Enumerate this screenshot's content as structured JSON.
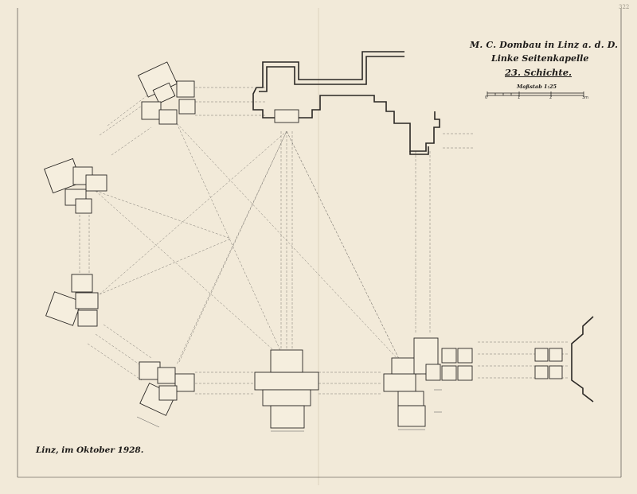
{
  "title_block": {
    "line1": "M. C. Dombau in Linz a. d. D.",
    "line2": "Linke Seitenkapelle",
    "line3": "23. Schichte.",
    "scale_label": "Maßstab 1:25",
    "scale_ticks": [
      "0",
      "1",
      "2",
      "3m"
    ]
  },
  "place_date": "Linz, im Oktober 1928.",
  "sheet_number": "322",
  "colors": {
    "paper": "#f2ead9",
    "ink": "#1c1a18",
    "construction": "#7a7670"
  }
}
